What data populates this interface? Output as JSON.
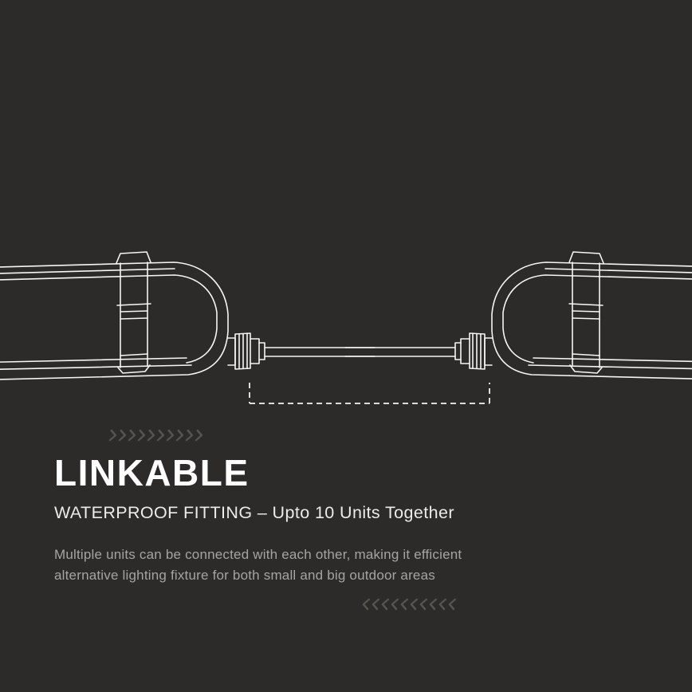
{
  "page": {
    "background_color": "#2c2b29"
  },
  "diagram": {
    "name": "linkable-waterproof-fittings",
    "left_fixture": "waterproof fitting left unit",
    "right_fixture": "waterproof fitting right unit",
    "connector": "linking cable between units",
    "bracket": "dashed link-span indicator"
  },
  "content": {
    "heading": "LINKABLE",
    "subheading": "WATERPROOF FITTING – Upto 10 Units Together",
    "body_line1": "Multiple units can be connected with each other, making it efficient",
    "body_line2": "alternative lighting fixture for both small and big outdoor areas"
  },
  "colors": {
    "heading": "#ffffff",
    "subheading": "#ecebe9",
    "body_text": "#a5a4a0",
    "line_art": "#f5f5f3",
    "dashed_bracket": "#dcdcda",
    "chevrons": "#56544f"
  },
  "decorations": {
    "top_chevrons": "right-pointing chevron row",
    "bottom_chevrons": "left-pointing chevron row"
  }
}
